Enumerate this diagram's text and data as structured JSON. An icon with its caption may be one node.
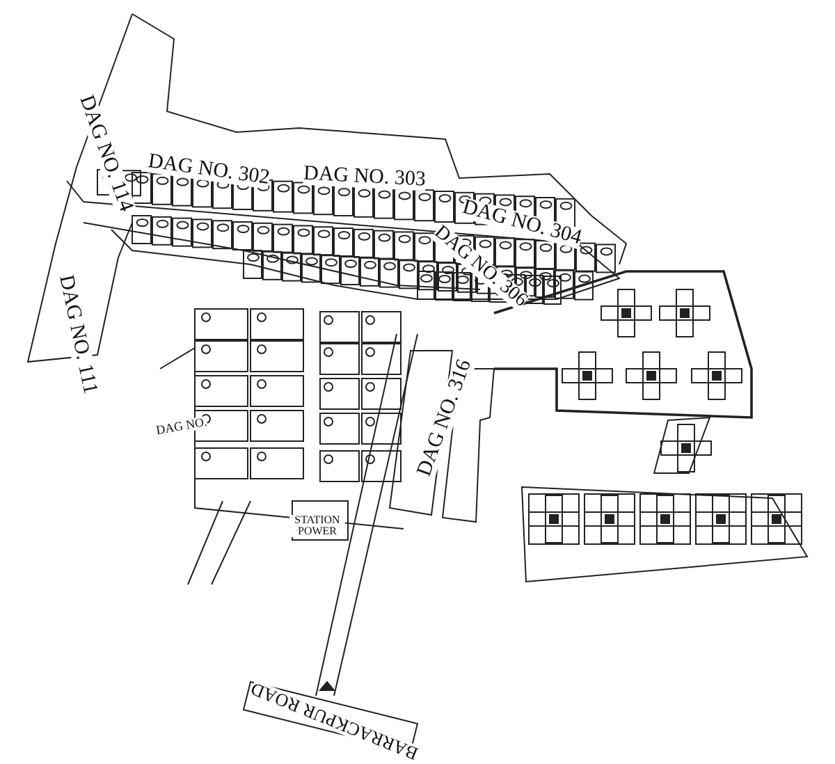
{
  "diagram": {
    "labels": [
      "DAG NO. 114",
      "DAG NO. 302",
      "DAG NO. 303",
      "DAG NO. 304",
      "DAG NO. 306",
      "DAG NO. 111",
      "DAG NO.",
      "DAG NO. 316",
      "STATION POWER",
      "BARRACKPUR ROAD"
    ]
  }
}
